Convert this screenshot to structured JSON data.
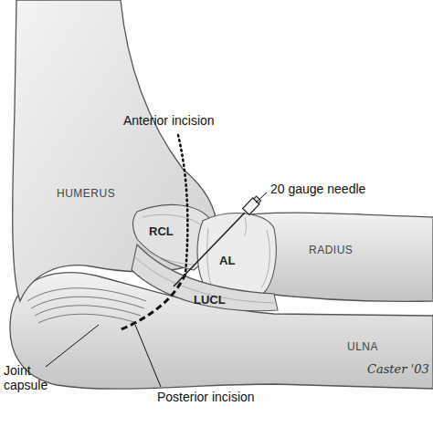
{
  "diagram": {
    "labels": [
      "Anterior incision",
      "20 gauge needle",
      "HUMERUS",
      "RCL",
      "AL",
      "RADIUS",
      "LUCL",
      "ULNA",
      "Joint capsule",
      "Posterior incision",
      "Caster '03"
    ]
  }
}
